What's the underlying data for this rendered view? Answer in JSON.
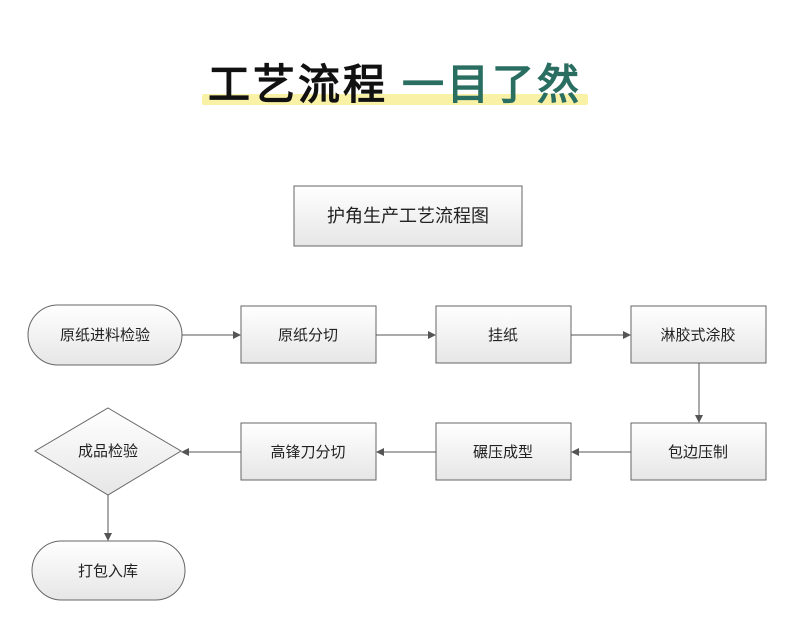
{
  "banner": {
    "part1": "工艺流程",
    "part2": "一目了然",
    "color_dark": "#111111",
    "color_accent": "#2a6e62",
    "highlight_color": "#f8f1a6"
  },
  "diagram": {
    "title": "护角生产工艺流程图",
    "nodes": {
      "incoming_inspection": "原纸进料检验",
      "paper_slitting": "原纸分切",
      "paper_hanging": "挂纸",
      "glue_coating": "淋胶式涂胶",
      "edge_pressing": "包边压制",
      "roll_forming": "碾压成型",
      "high_edge_cutting": "高锋刀分切",
      "final_inspection": "成品检验",
      "packing_storage": "打包入库"
    },
    "edges": [
      [
        "incoming_inspection",
        "paper_slitting"
      ],
      [
        "paper_slitting",
        "paper_hanging"
      ],
      [
        "paper_hanging",
        "glue_coating"
      ],
      [
        "glue_coating",
        "edge_pressing"
      ],
      [
        "edge_pressing",
        "roll_forming"
      ],
      [
        "roll_forming",
        "high_edge_cutting"
      ],
      [
        "high_edge_cutting",
        "final_inspection"
      ],
      [
        "final_inspection",
        "packing_storage"
      ]
    ]
  }
}
